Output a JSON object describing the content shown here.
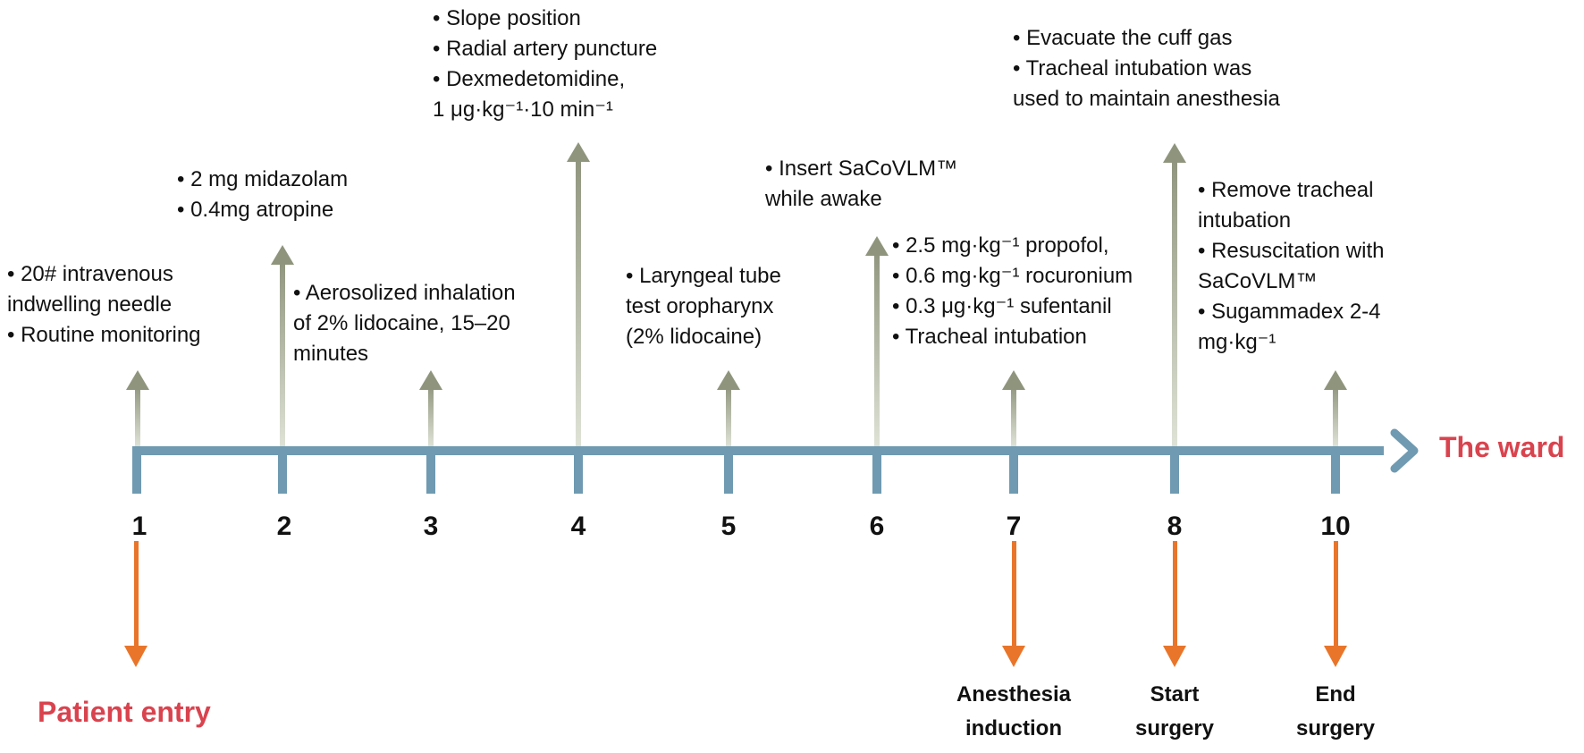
{
  "colors": {
    "timeline": "#6f9ab1",
    "up_arrow": "#8f957d",
    "down_arrow": "#e9752a",
    "accent_red": "#d9434e"
  },
  "timeline": {
    "end_label": "The ward",
    "ticks": [
      "1",
      "2",
      "3",
      "4",
      "5",
      "6",
      "7",
      "8",
      "10"
    ]
  },
  "notes": [
    {
      "id": "step1",
      "lines": [
        "• 20# intravenous",
        "indwelling needle",
        "• Routine monitoring"
      ]
    },
    {
      "id": "step2",
      "lines": [
        "• 2 mg midazolam",
        "• 0.4mg atropine"
      ]
    },
    {
      "id": "step3",
      "lines": [
        "•  Aerosolized inhalation",
        "of 2% lidocaine, 15–20",
        "minutes"
      ]
    },
    {
      "id": "step4",
      "lines": [
        "•  Slope position",
        "•  Radial artery puncture",
        "•  Dexmedetomidine,",
        "1 μg·kg⁻¹·10 min⁻¹"
      ]
    },
    {
      "id": "step5",
      "lines": [
        "•  Laryngeal tube",
        "test oropharynx",
        "(2% lidocaine)"
      ]
    },
    {
      "id": "step6",
      "lines": [
        "•  Insert SaCoVLM™",
        "while awake"
      ]
    },
    {
      "id": "step7",
      "lines": [
        "• 2.5 mg·kg⁻¹ propofol,",
        "• 0.6 mg·kg⁻¹ rocuronium",
        "• 0.3 μg·kg⁻¹ sufentanil",
        "• Tracheal intubation"
      ]
    },
    {
      "id": "step8",
      "lines": [
        "•  Evacuate the cuff gas",
        "•  Tracheal intubation  was",
        "used to maintain anesthesia"
      ]
    },
    {
      "id": "step10",
      "lines": [
        "•  Remove tracheal",
        "intubation",
        "•  Resuscitation with",
        "SaCoVLM™",
        "• Sugammadex 2-4",
        "mg·kg⁻¹"
      ]
    }
  ],
  "phases": {
    "entry": "Patient entry",
    "induction": [
      "Anesthesia",
      "induction"
    ],
    "start": [
      "Start",
      "surgery"
    ],
    "end": [
      "End",
      "surgery"
    ]
  }
}
